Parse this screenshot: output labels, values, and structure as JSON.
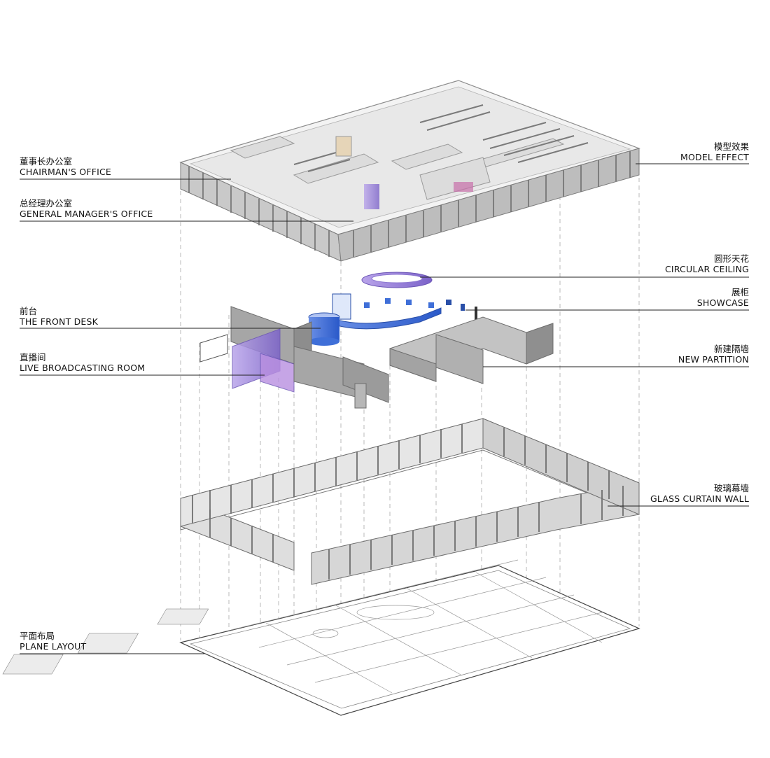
{
  "labels_left": [
    {
      "zh": "董事长办公室",
      "en": "CHAIRMAN'S OFFICE"
    },
    {
      "zh": "总经理办公室",
      "en": "GENERAL MANAGER'S OFFICE"
    },
    {
      "zh": "前台",
      "en": "THE FRONT DESK"
    },
    {
      "zh": "直播间",
      "en": "LIVE BROADCASTING ROOM"
    },
    {
      "zh": "平面布局",
      "en": "PLANE LAYOUT"
    }
  ],
  "labels_right": [
    {
      "zh": "模型效果",
      "en": "MODEL EFFECT"
    },
    {
      "zh": "圆形天花",
      "en": "CIRCULAR CEILING"
    },
    {
      "zh": "展柜",
      "en": "SHOWCASE"
    },
    {
      "zh": "新建隔墙",
      "en": "NEW PARTITION"
    },
    {
      "zh": "玻璃幕墙",
      "en": "GLASS CURTAIN WALL"
    }
  ],
  "colors": {
    "wall": "#d9d9d9",
    "wall_dark": "#9a9a9a",
    "glass": "#f2f2f2",
    "partition": "#a6a6a6",
    "accent_blue": "#3f6fd8",
    "accent_purple": "#9a7bd6",
    "line": "#333333",
    "dash": "#b5b5b5"
  }
}
